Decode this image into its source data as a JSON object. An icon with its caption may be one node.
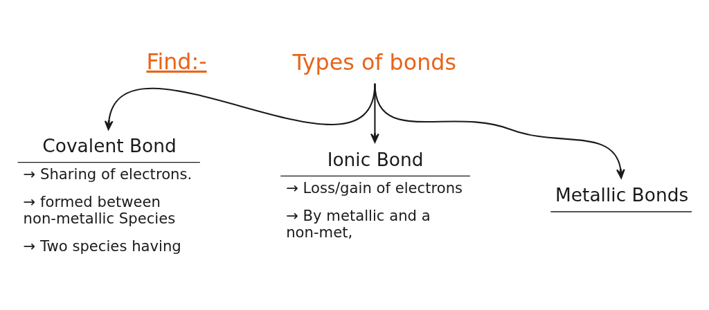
{
  "diagram": {
    "nodes": [
      {
        "text": [
          "Types of bonds"
        ]
      },
      {
        "text": [
          "Covalent Bond",
          "→ Sharing of electrons.",
          "→ formed between non-metallic Species",
          "→ Two species having"
        ]
      },
      {
        "text": [
          "Ionic Bond",
          "→ Loss/gain of electrons",
          "→ By metallic and a non-met,"
        ]
      },
      {
        "text": [
          "Metallic Bonds"
        ]
      }
    ],
    "edges": [
      {
        "from": 0,
        "to": 1,
        "arrow": "to"
      },
      {
        "from": 0,
        "to": 2,
        "arrow": "to"
      },
      {
        "from": 0,
        "to": 3,
        "arrow": "to"
      }
    ],
    "labels": [
      "Find:-"
    ]
  }
}
